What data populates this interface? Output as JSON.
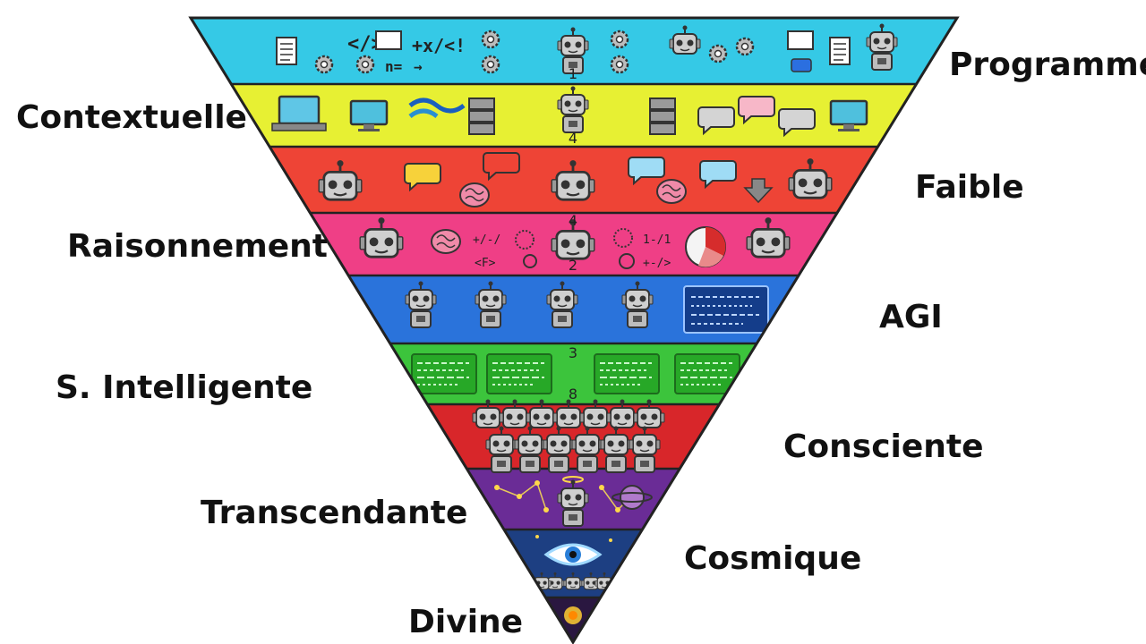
{
  "pyramid": {
    "levels": [
      {
        "label": "Programmé",
        "color": "#35c9e6"
      },
      {
        "label": "Contextuelle",
        "color": "#e7f033"
      },
      {
        "label": "Faible",
        "color": "#ee4436"
      },
      {
        "label": "Raisonnement",
        "color": "#ef3f86"
      },
      {
        "label": "AGI",
        "color": "#2a73db"
      },
      {
        "label": "S. Intelligente",
        "color": "#3cc43c"
      },
      {
        "label": "Consciente",
        "color": "#d8262a"
      },
      {
        "label": "Transcendante",
        "color": "#6a2c96"
      },
      {
        "label": "Cosmique",
        "color": "#1d3f82"
      },
      {
        "label": "Divine",
        "color": "#2a1740"
      }
    ],
    "band_digits": [
      "1",
      "4",
      "4",
      "2",
      "3",
      "8"
    ],
    "icons": {
      "band1": [
        "clipboard-icon",
        "code-icon",
        "monitor-icon",
        "math-symbols-icon",
        "gear-icon",
        "robot-icon",
        "lightbulb-icon",
        "cloud-icon",
        "mail-icon",
        "youtube-icon"
      ],
      "band2": [
        "laptop-icon",
        "monitor-icon",
        "wave-logo-icon",
        "server-icon",
        "robot-icon",
        "chat-bubble-icon",
        "desktop-icon"
      ],
      "band3": [
        "robot-face-icon",
        "chat-bubble-icon",
        "brain-icon",
        "down-arrow-icon"
      ],
      "band4": [
        "robot-face-icon",
        "brain-icon",
        "network-icon",
        "pie-chart-icon"
      ],
      "band5": [
        "robot-icon",
        "dashboard-screen-icon"
      ],
      "band6": [
        "dashboard-screen-icon"
      ],
      "band7": [
        "robot-army-icon"
      ],
      "band8": [
        "constellation-icon",
        "angel-robot-icon",
        "planet-icon"
      ],
      "band9": [
        "all-seeing-eye-icon",
        "robot-crowd-icon"
      ],
      "band10": [
        "cosmic-sun-icon"
      ]
    }
  }
}
